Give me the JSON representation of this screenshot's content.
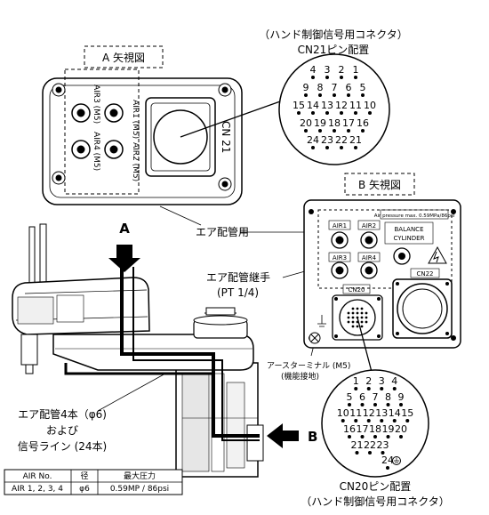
{
  "view_a": {
    "title": "A 矢視図",
    "ports": [
      "AIR1 (M5)",
      "AIR2 (M5)",
      "AIR3 (M5)",
      "AIR4 (M5)"
    ],
    "connector": "CN 21"
  },
  "cn21": {
    "caption_line1": "（ハンド制御信号用コネクタ）",
    "caption_line2": "CN21ピン配置",
    "rows": [
      [
        "4",
        "3",
        "2",
        "1"
      ],
      [
        "9",
        "8",
        "7",
        "6",
        "5"
      ],
      [
        "15",
        "14",
        "13",
        "12",
        "11",
        "10"
      ],
      [
        "20",
        "19",
        "18",
        "17",
        "16"
      ],
      [
        "24",
        "23",
        "22",
        "21"
      ]
    ]
  },
  "view_b": {
    "title": "B 矢視図",
    "ports": [
      "AIR1",
      "AIR2",
      "AIR3",
      "AIR4"
    ],
    "balance_line1": "BALANCE",
    "balance_line2": "CYLINDER",
    "pressure_label": "Air pressure max. 0.59MPa/86psi",
    "cn22": "CN22",
    "cn20": "CN20"
  },
  "labels": {
    "air_piping": "エア配管用",
    "piping_joint": "エア配管継手",
    "pt": "(PT 1/4)",
    "earth_terminal": "アースターミナル (M5)",
    "functional_earth": "(機能接地)",
    "arrow_a": "A",
    "arrow_b": "B",
    "tube_line1": "エア配管4本（φ6)",
    "tube_line2": "および",
    "tube_line3": "信号ライン (24本)"
  },
  "cn20": {
    "caption_line1": "CN20ピン配置",
    "caption_line2": "（ハンド制御信号用コネクタ）",
    "rows": [
      [
        "1",
        "2",
        "3",
        "4"
      ],
      [
        "5",
        "6",
        "7",
        "8",
        "9"
      ],
      [
        "10",
        "11",
        "12",
        "13",
        "14",
        "15"
      ],
      [
        "16",
        "17",
        "18",
        "19",
        "20"
      ],
      [
        "21",
        "22",
        "23"
      ],
      [
        "24"
      ]
    ]
  },
  "table": {
    "headers": [
      "AIR No.",
      "径",
      "最大圧力"
    ],
    "row": [
      "AIR 1, 2, 3, 4",
      "φ6",
      "0.59MP / 86psi"
    ]
  }
}
